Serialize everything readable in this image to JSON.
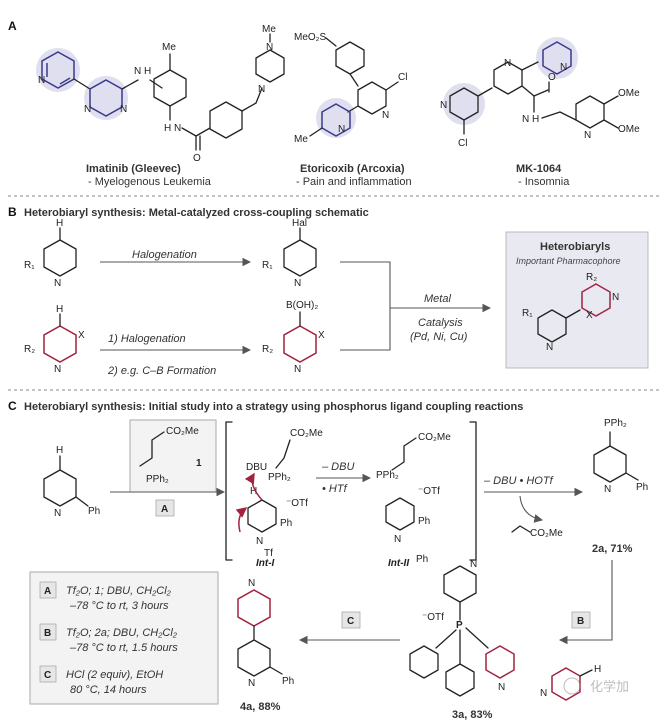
{
  "panelA": {
    "label": "A",
    "drugs": [
      {
        "name": "Imatinib (Gleevec)",
        "use": "- Myelogenous Leukemia"
      },
      {
        "name": "Etoricoxib (Arcoxia)",
        "use": "- Pain and inflammation"
      },
      {
        "name": "MK-1064",
        "use": "- Insomnia"
      }
    ],
    "atoms": {
      "N": "N",
      "H": "H",
      "Me": "Me",
      "O": "O",
      "Cl": "Cl",
      "OMe": "OMe",
      "MeO2S": "MeO₂S"
    }
  },
  "panelB": {
    "label": "B",
    "title": "Heterobiaryl synthesis: Metal-catalyzed cross-coupling schematic",
    "step1": "Halogenation",
    "step2a": "1) Halogenation",
    "step2b": "2) e.g. C–B Formation",
    "hal": "Hal",
    "boron": "B(OH)₂",
    "metal": "Metal",
    "catalysis": "Catalysis",
    "metals": "(Pd, Ni, Cu)",
    "product_title": "Heterobiaryls",
    "product_subtitle": "Important Pharmacophore",
    "R1": "R₁",
    "R2": "R₂",
    "X": "X"
  },
  "panelC": {
    "label": "C",
    "title": "Heterobiaryl synthesis: Initial study into a strategy using phosphorus ligand coupling reactions",
    "reagent_label": "1",
    "co2me": "CO₂Me",
    "pph2": "PPh₂",
    "ph": "Ph",
    "dbu": "DBU",
    "otf": "⁻OTf",
    "tf": "Tf",
    "int1": "Int-I",
    "int2": "Int-II",
    "minus_dbu": "– DBU",
    "htf": "• HTf",
    "minus_dbu_hotf": "– DBU • HOTf",
    "step_A": "A",
    "step_B": "B",
    "step_C": "C",
    "product_2a": "2a, 71%",
    "product_3a": "3a, 83%",
    "product_4a": "4a, 88%",
    "conditions": [
      {
        "tag": "A",
        "line1": "Tf₂O; 1; DBU, CH₂Cl₂",
        "line2": "–78 °C to rt, 3 hours"
      },
      {
        "tag": "B",
        "line1": "Tf₂O; 2a; DBU, CH₂Cl₂",
        "line2": "–78 °C to rt, 1.5 hours"
      },
      {
        "tag": "C",
        "line1": "HCl (2 equiv), EtOH",
        "line2": "80 °C, 14 hours"
      }
    ],
    "watermark": "化学加"
  }
}
